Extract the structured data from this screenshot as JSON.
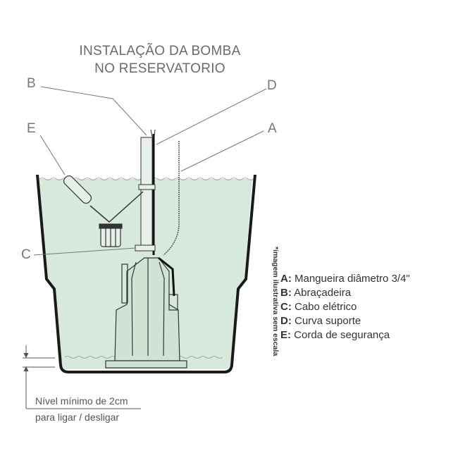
{
  "title": {
    "line1": "INSTALAÇÃO DA BOMBA",
    "line2": "NO RESERVATORIO"
  },
  "labels": {
    "a": "A",
    "b": "B",
    "c": "C",
    "d": "D",
    "e": "E"
  },
  "legend": [
    {
      "key": "A:",
      "text": " Mangueira diâmetro 3/4\""
    },
    {
      "key": "B:",
      "text": " Abraçadeira"
    },
    {
      "key": "C:",
      "text": " Cabo elétrico"
    },
    {
      "key": "D:",
      "text": " Curva suporte"
    },
    {
      "key": "E:",
      "text": " Corda de segurança"
    }
  ],
  "note": "*imagem ilustrativa sem escala",
  "level": {
    "line1": "Nível mínimo de 2cm",
    "line2": "para ligar / desligar"
  },
  "colors": {
    "water": "#d6e9dc",
    "outline": "#222222",
    "leader": "#777777"
  }
}
